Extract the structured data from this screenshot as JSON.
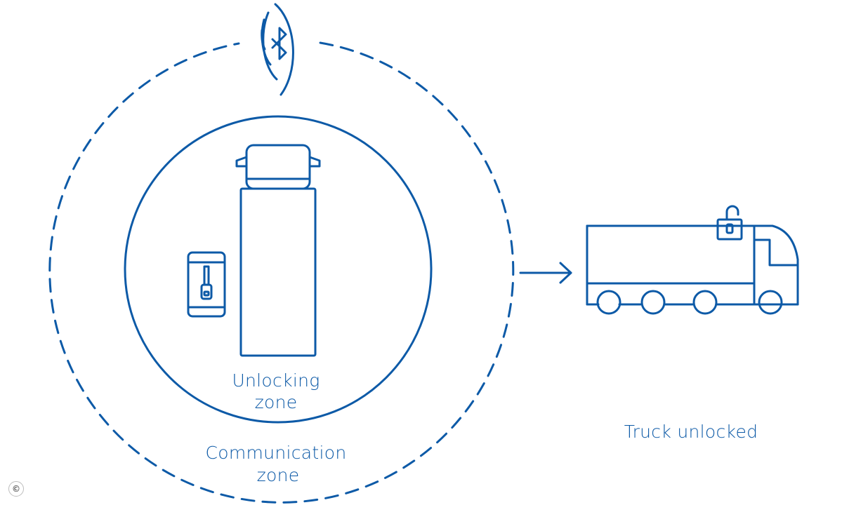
{
  "labels": {
    "unlocking_line1": "Unlocking",
    "unlocking_line2": "zone",
    "communication_line1": "Communication",
    "communication_line2": "zone",
    "truck_unlocked": "Truck unlocked"
  },
  "icons": {
    "wireless": "bluetooth-icon",
    "phone": "smartphone-icon",
    "key": "key-icon",
    "truck": "truck-icon",
    "lock": "padlock-open-icon",
    "arrow": "arrow-right-icon",
    "copyright": "copyright-icon"
  },
  "copyright_symbol": "©",
  "colors": {
    "primary": "#0d5aa7",
    "background": "#ffffff"
  }
}
